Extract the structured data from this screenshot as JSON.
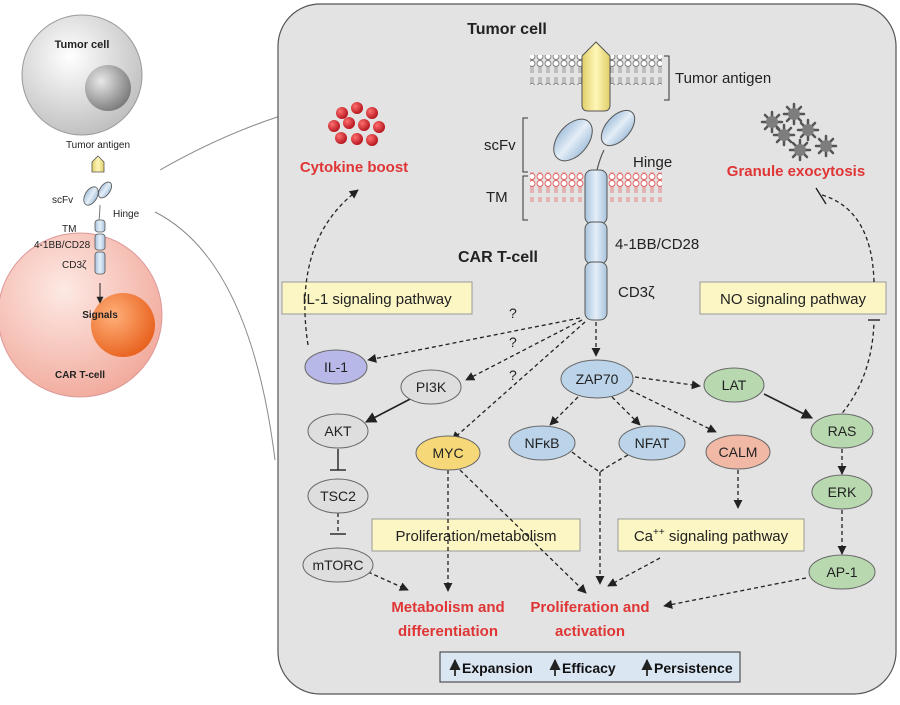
{
  "left_panel": {
    "tumor_cell": "Tumor cell",
    "tumor_antigen": "Tumor antigen",
    "scfv": "scFv",
    "hinge": "Hinge",
    "tm": "TM",
    "costim": "4-1BB/CD28",
    "cd3z": "CD3ζ",
    "signals": "Signals",
    "car_t_cell": "CAR T-cell"
  },
  "main_panel": {
    "tumor_cell": "Tumor cell",
    "tumor_antigen": "Tumor antigen",
    "scfv": "scFv",
    "hinge": "Hinge",
    "tm": "TM",
    "costim": "4-1BB/CD28",
    "cd3z": "CD3ζ",
    "car_t_cell": "CAR T-cell",
    "outcomes": {
      "cytokine_boost": "Cytokine boost",
      "granule_exocytosis": "Granule exocytosis",
      "metabolism_line1": "Metabolism and",
      "metabolism_line2": "differentiation",
      "proliferation_line1": "Proliferation and",
      "proliferation_line2": "activation"
    },
    "pathways": {
      "il1_pathway": "IL-1 signaling pathway",
      "no_pathway": "NO signaling pathway",
      "prolif_metab": "Proliferation/metabolism",
      "ca_pathway_pre": "Ca",
      "ca_pathway_sup": "++",
      "ca_pathway_post": " signaling pathway"
    },
    "question_mark": "?",
    "nodes": {
      "il1": "IL-1",
      "pi3k": "PI3K",
      "zap70": "ZAP70",
      "lat": "LAT",
      "akt": "AKT",
      "myc": "MYC",
      "nfkb": "NFκB",
      "nfat": "NFAT",
      "calm": "CALM",
      "ras": "RAS",
      "tsc2": "TSC2",
      "erk": "ERK",
      "mtorc": "mTORC",
      "ap1": "AP-1"
    },
    "footer": {
      "expansion": "Expansion",
      "efficacy": "Efficacy",
      "persistence": "Persistence"
    }
  },
  "colors": {
    "panel_fill": "#e3e3e3",
    "red_text": "#e03535",
    "yellow_box": "#fbf6c4",
    "node_grey": "#dedede",
    "node_blue": "#bcd4ea",
    "node_green": "#b8d8b0",
    "node_purple": "#b8b8e8",
    "node_yellow": "#f7d878",
    "node_salmon": "#f2b8a6"
  }
}
